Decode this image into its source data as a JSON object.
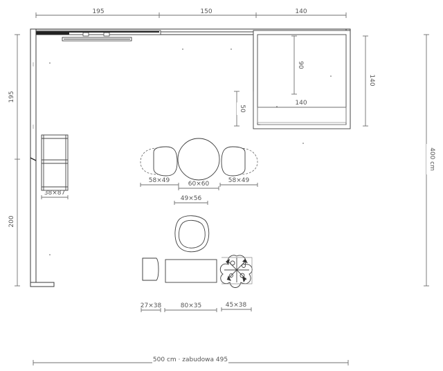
{
  "dimensions": {
    "top_left": "195",
    "top_mid": "150",
    "top_right": "140",
    "left_upper": "195",
    "left_lower": "200",
    "right_total": "400 cm",
    "bottom_total": "500 cm · zabudowa 495",
    "bed_depth": "90",
    "bed_side": "140",
    "bed_width": "140",
    "bed_gap": "50",
    "shelf": "38×87",
    "chair_left": "58×49",
    "table": "60×60",
    "chair_right": "58×49",
    "armchair": "49×56",
    "pouf": "27×38",
    "bench": "80×35",
    "plant": "45×38"
  }
}
